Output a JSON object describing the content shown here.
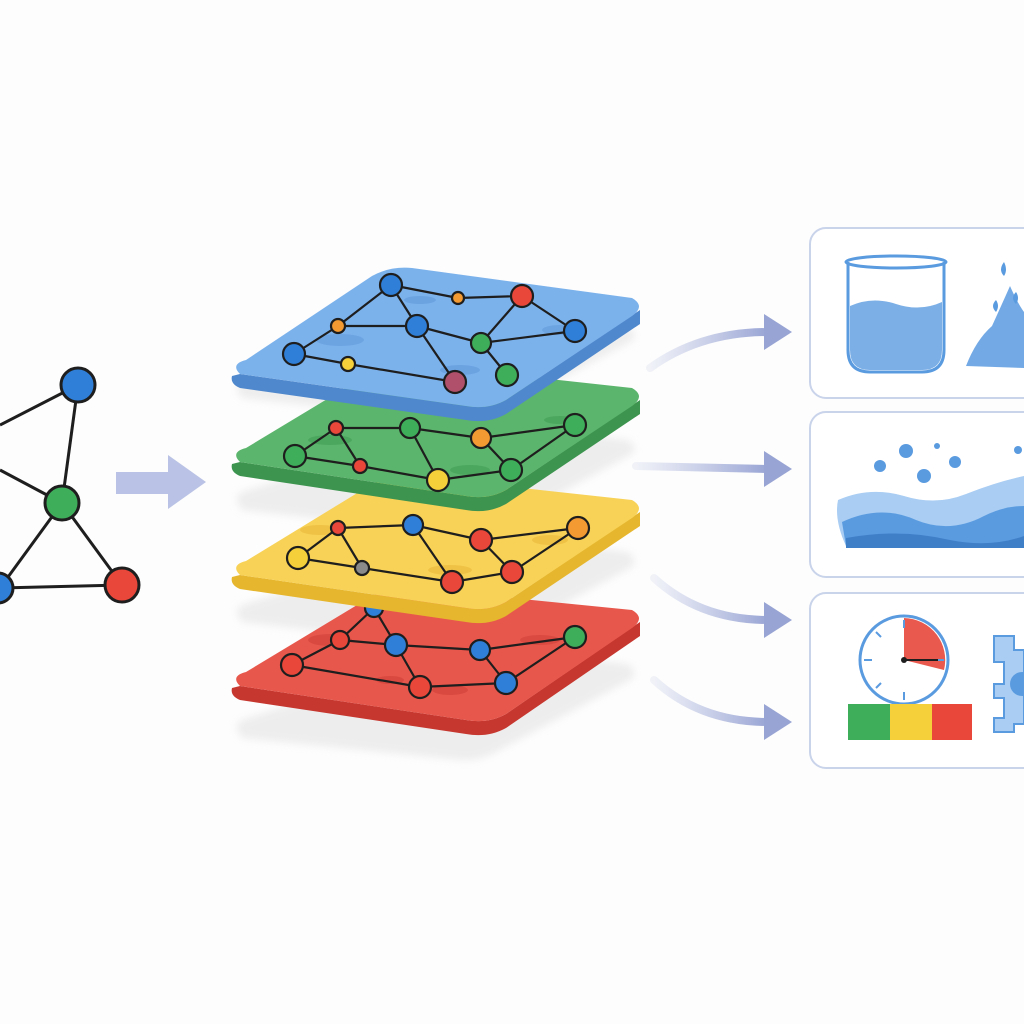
{
  "colors": {
    "background": "#fdfdfd",
    "node_blue": "#2f7fd8",
    "node_green": "#3fae5b",
    "node_red": "#e8473a",
    "node_orange": "#f39a32",
    "node_yellow": "#f6d03a",
    "node_gray": "#8a8a8a",
    "edge": "#1e1e1e",
    "arrow": "#aab4dc",
    "panel_border": "#c9d3ea",
    "water": "#5a9be0",
    "water_light": "#a9cdf3"
  },
  "input_graph": {
    "nodes": [
      {
        "id": "n1",
        "color": "node_blue"
      },
      {
        "id": "n2",
        "color": "node_green"
      },
      {
        "id": "n3",
        "color": "node_red"
      },
      {
        "id": "n4",
        "color": "node_blue"
      }
    ]
  },
  "layers": [
    {
      "id": "layer-blue",
      "fill": "#7cb2ec",
      "fill_dark": "#5b95d8"
    },
    {
      "id": "layer-green",
      "fill": "#5cb56c",
      "fill_dark": "#3f9b53"
    },
    {
      "id": "layer-yellow",
      "fill": "#f8d257",
      "fill_dark": "#e9b93a"
    },
    {
      "id": "layer-red",
      "fill": "#e8574c",
      "fill_dark": "#cf3f36"
    }
  ],
  "outputs": [
    {
      "id": "output-panel-liquid",
      "icons": [
        "beaker-icon",
        "splash-icon"
      ]
    },
    {
      "id": "output-panel-wave",
      "icons": [
        "wave-icon",
        "bubbles-icon"
      ]
    },
    {
      "id": "output-panel-gauge",
      "icons": [
        "gauge-icon",
        "color-bar-icon",
        "gear-icon"
      ]
    }
  ]
}
